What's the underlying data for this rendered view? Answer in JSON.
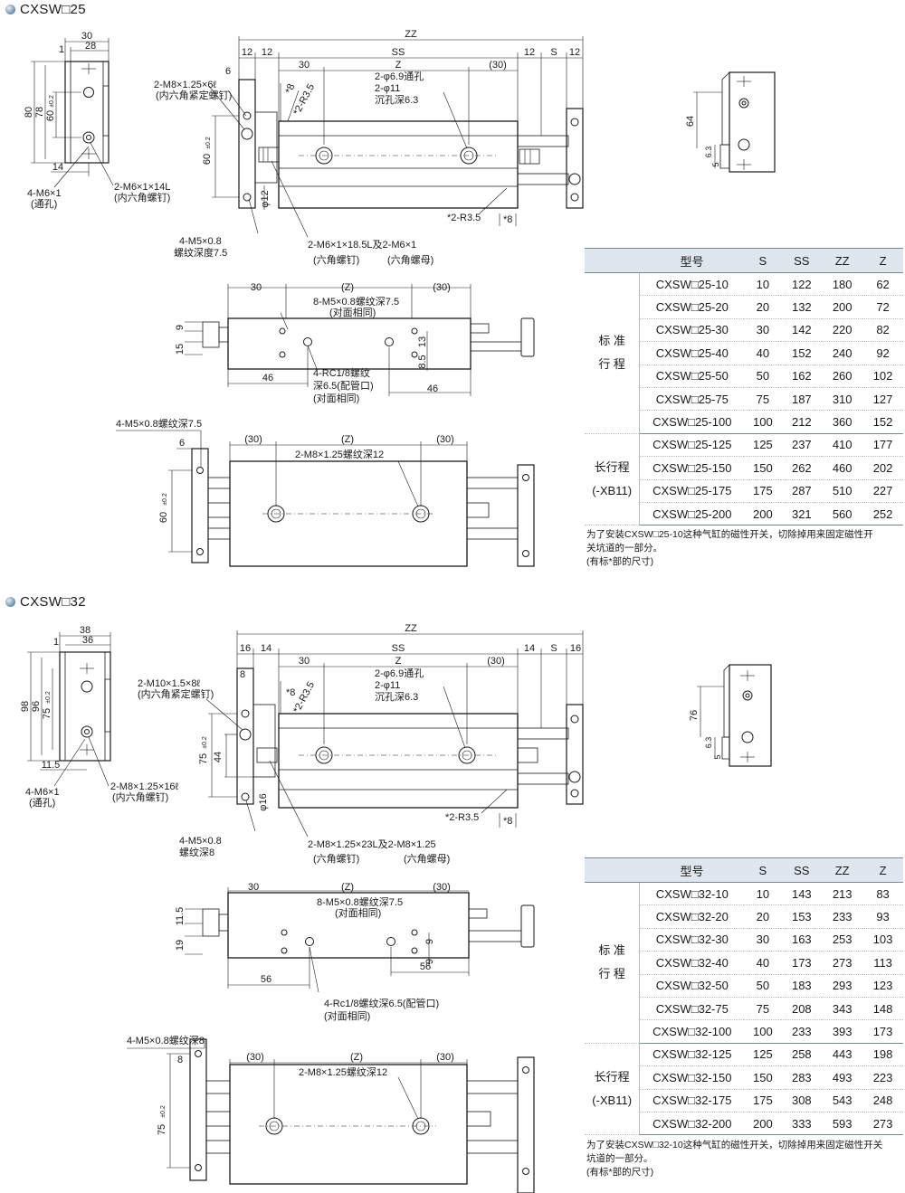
{
  "sections": [
    {
      "id": "cxsw25",
      "title": "CXSW□25",
      "table": {
        "headers": [
          "型号",
          "S",
          "SS",
          "ZZ",
          "Z"
        ],
        "groups": [
          {
            "label": "标 准\n行 程",
            "rows": [
              [
                "CXSW□25-10",
                "10",
                "122",
                "180",
                "62"
              ],
              [
                "CXSW□25-20",
                "20",
                "132",
                "200",
                "72"
              ],
              [
                "CXSW□25-30",
                "30",
                "142",
                "220",
                "82"
              ],
              [
                "CXSW□25-40",
                "40",
                "152",
                "240",
                "92"
              ],
              [
                "CXSW□25-50",
                "50",
                "162",
                "260",
                "102"
              ],
              [
                "CXSW□25-75",
                "75",
                "187",
                "310",
                "127"
              ],
              [
                "CXSW□25-100",
                "100",
                "212",
                "360",
                "152"
              ]
            ]
          },
          {
            "label": "长行程\n(-XB11)",
            "rows": [
              [
                "CXSW□25-125",
                "125",
                "237",
                "410",
                "177"
              ],
              [
                "CXSW□25-150",
                "150",
                "262",
                "460",
                "202"
              ],
              [
                "CXSW□25-175",
                "175",
                "287",
                "510",
                "227"
              ],
              [
                "CXSW□25-200",
                "200",
                "321",
                "560",
                "252"
              ]
            ]
          }
        ]
      },
      "note": [
        "为了安装CXSW□25-10这种气缸的磁性开关，切除掉用来固定磁性开",
        "关坑道的一部分。",
        "(有标*部的尺寸)"
      ],
      "dims": {
        "side_w": "30",
        "side_w2": "28",
        "one": "1",
        "h_total": "80",
        "h_78": "78",
        "h_60": "60",
        "tol": "±0.2",
        "side_14": "14",
        "zz": "ZZ",
        "d12a": "12",
        "d12b": "12",
        "ss": "SS",
        "z": "Z",
        "s": "S",
        "d12c": "12",
        "d12d": "12",
        "d30": "30",
        "d30p": "(30)",
        "d6": "6",
        "star8": "*8",
        "r35": "*2-R3.5",
        "h60": "60",
        "phi12": "φ12",
        "star_r35_b": "*2-R3.5",
        "star8_b": "*8",
        "p_z": "(Z)",
        "p30": "(30)",
        "p30b": "30",
        "d9": "9",
        "d15": "15",
        "d13": "13",
        "d85": "8.5",
        "d46a": "46",
        "d46b": "46",
        "b_30a": "(30)",
        "b_z": "(Z)",
        "b_30b": "(30)",
        "b_6": "6",
        "b_60": "60",
        "r_64": "64",
        "r_63": "6.3",
        "r_5": "5"
      },
      "labels": {
        "m8": "2-M8×1.25×6ℓ",
        "m8_sub": "(内六角紧定螺钉)",
        "m6thru": "4-M6×1",
        "m6thru_sub": "(通孔)",
        "m6bolt": "2-M6×1×14L",
        "m6bolt_sub": "(内六角螺钉)",
        "m5": "4-M5×0.8",
        "m5_sub": "螺纹深度7.5",
        "hole1": "2-φ6.9通孔",
        "hole2": "2-φ11",
        "hole3": "沉孔深6.3",
        "m6nut": "2-M6×1×18.5L及2-M6×1",
        "m6nut_sub1": "(六角螺钉)",
        "m6nut_sub2": "(六角螺母)",
        "p_m5": "8-M5×0.8螺纹深7.5",
        "p_m5_sub": "(对面相同)",
        "p_rc1": "4-RC1/8螺纹",
        "p_rc2": "深6.5(配管口)",
        "p_rc3": "(对面相同)",
        "b_m5": "4-M5×0.8螺纹深7.5",
        "b_m8": "2-M8×1.25螺纹深12"
      }
    },
    {
      "id": "cxsw32",
      "title": "CXSW□32",
      "table": {
        "headers": [
          "型号",
          "S",
          "SS",
          "ZZ",
          "Z"
        ],
        "groups": [
          {
            "label": "标 准\n行 程",
            "rows": [
              [
                "CXSW□32-10",
                "10",
                "143",
                "213",
                "83"
              ],
              [
                "CXSW□32-20",
                "20",
                "153",
                "233",
                "93"
              ],
              [
                "CXSW□32-30",
                "30",
                "163",
                "253",
                "103"
              ],
              [
                "CXSW□32-40",
                "40",
                "173",
                "273",
                "113"
              ],
              [
                "CXSW□32-50",
                "50",
                "183",
                "293",
                "123"
              ],
              [
                "CXSW□32-75",
                "75",
                "208",
                "343",
                "148"
              ],
              [
                "CXSW□32-100",
                "100",
                "233",
                "393",
                "173"
              ]
            ]
          },
          {
            "label": "长行程\n(-XB11)",
            "rows": [
              [
                "CXSW□32-125",
                "125",
                "258",
                "443",
                "198"
              ],
              [
                "CXSW□32-150",
                "150",
                "283",
                "493",
                "223"
              ],
              [
                "CXSW□32-175",
                "175",
                "308",
                "543",
                "248"
              ],
              [
                "CXSW□32-200",
                "200",
                "333",
                "593",
                "273"
              ]
            ]
          }
        ]
      },
      "note": [
        "为了安装CXSW□32-10这种气缸的磁性开关，切除掉用来固定磁性开关",
        "坑道的一部分。",
        "(有标*部的尺寸)"
      ],
      "dims": {
        "side_w": "38",
        "side_w2": "36",
        "one": "1",
        "h_total": "98",
        "h_78": "96",
        "h_60": "75",
        "tol": "±0.2",
        "side_14": "11.5",
        "zz": "ZZ",
        "d12a": "16",
        "d12b": "14",
        "ss": "SS",
        "z": "Z",
        "s": "14",
        "d12c": "16",
        "d12d": "",
        "d30": "30",
        "d30p": "(30)",
        "d6": "8",
        "star8": "*8",
        "r35": "*2-R3.5",
        "h60": "75",
        "h44": "44",
        "phi12": "φ16",
        "star_r35_b": "*2-R3.5",
        "star8_b": "*8",
        "p_z": "(Z)",
        "p30": "(30)",
        "p30b": "30",
        "d9": "11.5",
        "d15": "19",
        "d13": "9",
        "d85": "9",
        "d46a": "56",
        "d46b": "56",
        "b_30a": "(30)",
        "b_z": "(Z)",
        "b_30b": "(30)",
        "b_6": "8",
        "b_60": "75",
        "r_64": "76",
        "r_63": "6.3",
        "r_5": "5"
      },
      "labels": {
        "m8": "2-M10×1.5×8ℓ",
        "m8_sub": "(内六角紧定螺钉)",
        "m6thru": "4-M6×1",
        "m6thru_sub": "(通孔)",
        "m6bolt": "2-M8×1.25×16ℓ",
        "m6bolt_sub": "(内六角螺钉)",
        "m5": "4-M5×0.8",
        "m5_sub": "螺纹深8",
        "hole1": "2-φ6.9通孔",
        "hole2": "2-φ11",
        "hole3": "沉孔深6.3",
        "m6nut": "2-M8×1.25×23L及2-M8×1.25",
        "m6nut_sub1": "(六角螺钉)",
        "m6nut_sub2": "(六角螺母)",
        "p_m5": "8-M5×0.8螺纹深7.5",
        "p_m5_sub": "(对面相同)",
        "p_rc1": "4-Rc1/8螺纹深6.5(配管口)",
        "p_rc2": "",
        "p_rc3": "(对面相同)",
        "b_m5": "4-M5×0.8螺纹深8",
        "b_m8": "2-M8×1.25螺纹深12"
      }
    }
  ]
}
